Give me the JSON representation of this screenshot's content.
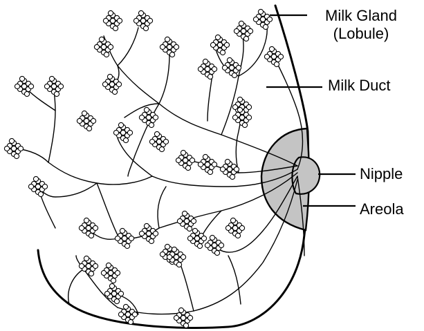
{
  "labels": {
    "milk_gland": "Milk Gland",
    "lobule": "(Lobule)",
    "milk_duct": "Milk Duct",
    "nipple": "Nipple",
    "areola": "Areola"
  },
  "colors": {
    "line": "#000000",
    "areola_fill": "#c4c4c4",
    "lobule_fill": "#ffffff"
  }
}
